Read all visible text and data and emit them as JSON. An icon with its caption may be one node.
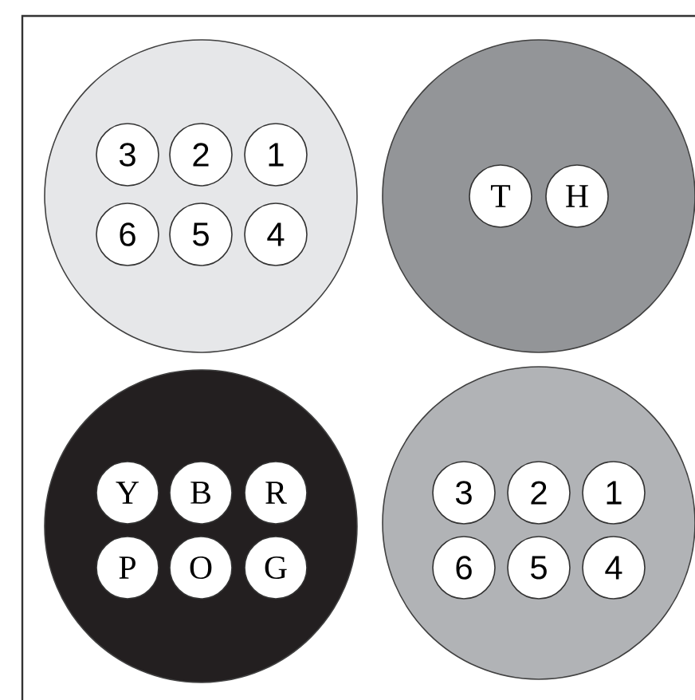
{
  "diagram": {
    "nodes": [
      {
        "text": [],
        "shape": "circle"
      },
      {
        "text": [
          "3"
        ],
        "in": 0
      },
      {
        "text": [
          "2"
        ],
        "in": 0
      },
      {
        "text": [
          "1"
        ],
        "in": 0
      },
      {
        "text": [
          "6"
        ],
        "in": 0
      },
      {
        "text": [
          "5"
        ],
        "in": 0
      },
      {
        "text": [
          "4"
        ],
        "in": 0
      },
      {
        "text": [],
        "shape": "circle"
      },
      {
        "text": [
          "T"
        ],
        "in": 7
      },
      {
        "text": [
          "H"
        ],
        "in": 7
      },
      {
        "text": [],
        "shape": "circle"
      },
      {
        "text": [
          "Y"
        ],
        "in": 10
      },
      {
        "text": [
          "B"
        ],
        "in": 10
      },
      {
        "text": [
          "R"
        ],
        "in": 10
      },
      {
        "text": [
          "P"
        ],
        "in": 10
      },
      {
        "text": [
          "O"
        ],
        "in": 10
      },
      {
        "text": [
          "G"
        ],
        "in": 10
      },
      {
        "text": [],
        "shape": "circle"
      },
      {
        "text": [
          "3"
        ],
        "in": 17
      },
      {
        "text": [
          "2"
        ],
        "in": 17
      },
      {
        "text": [
          "1"
        ],
        "in": 17
      },
      {
        "text": [
          "6"
        ],
        "in": 17
      },
      {
        "text": [
          "5"
        ],
        "in": 17
      },
      {
        "text": [
          "4"
        ],
        "in": 17
      }
    ]
  }
}
